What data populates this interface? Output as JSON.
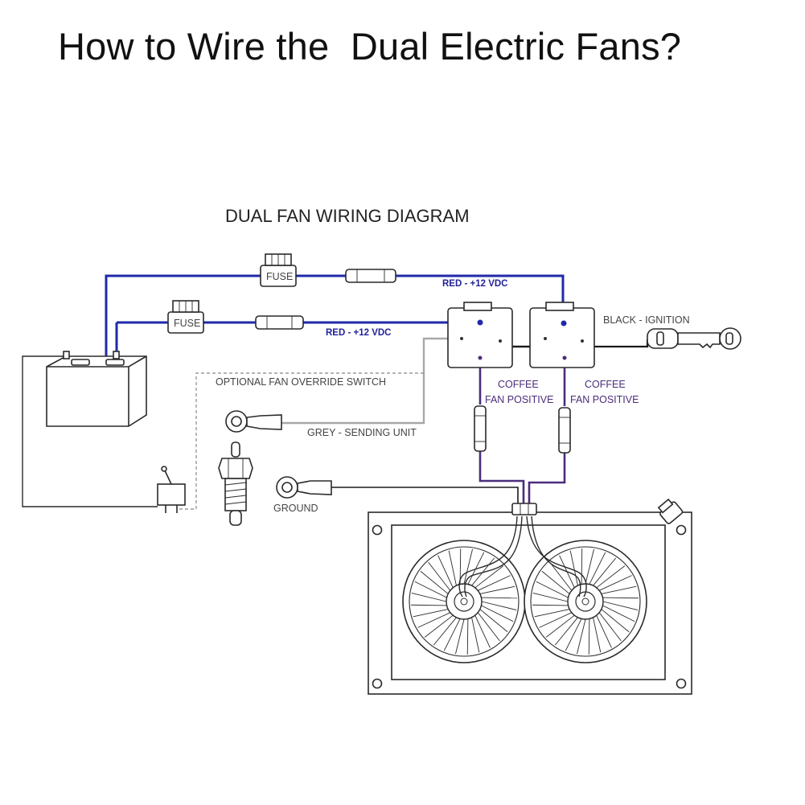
{
  "title": "How to Wire the  Dual Electric Fans?",
  "diagram": {
    "title": "DUAL FAN WIRING DIAGRAM",
    "labels": {
      "fuse_top": "FUSE",
      "fuse_bottom": "FUSE",
      "red_top": "RED - +12 VDC",
      "red_bottom": "RED - +12 VDC",
      "black_ignition": "BLACK - IGNITION",
      "override_switch": "OPTIONAL FAN OVERRIDE SWITCH",
      "coffee_left_1": "COFFEE",
      "coffee_left_2": "FAN POSITIVE",
      "coffee_right_1": "COFFEE",
      "coffee_right_2": "FAN POSITIVE",
      "grey_sending": "GREY - SENDING UNIT",
      "ground": "GROUND"
    },
    "colors": {
      "red_power_wire": "#1f2aa8",
      "fan_positive_wire": "#4b2d7a",
      "sending_unit_wire": "#a8a8a8",
      "ground_wire": "#222222",
      "override_wire": "#888888"
    },
    "components": [
      "battery-icon",
      "fuse-icon",
      "relay-icon",
      "ignition-key-icon",
      "toggle-switch-icon",
      "temperature-sending-unit-icon",
      "ring-terminal-icon",
      "butt-connector-icon",
      "radiator-icon",
      "fan-icon"
    ]
  }
}
